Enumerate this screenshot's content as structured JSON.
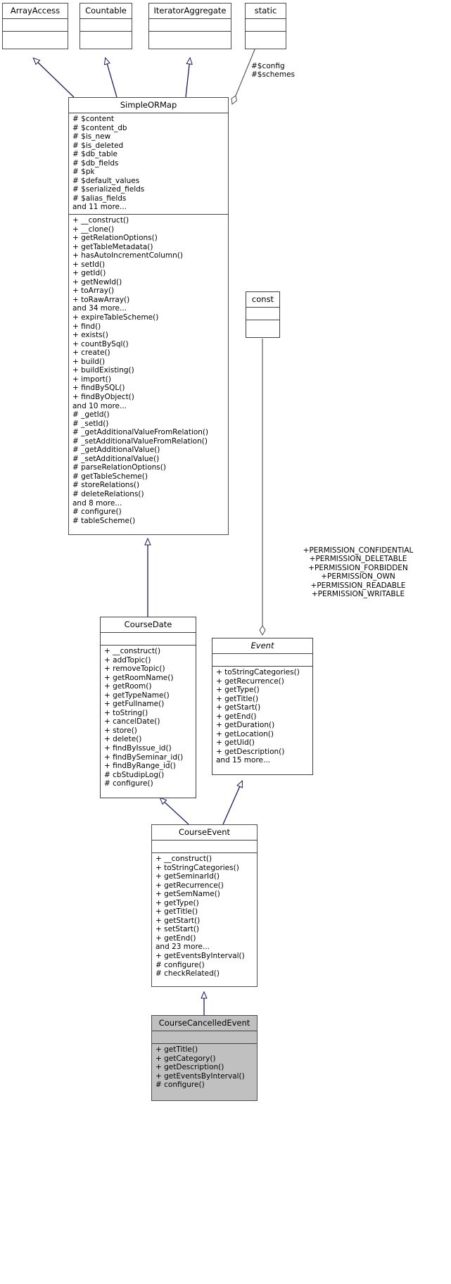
{
  "diagram": {
    "title": "SimpleORMap inheritance diagram",
    "type": "uml-class-diagram",
    "colors": {
      "inheritance_edge": "#191970",
      "aggregation_edge": "#4d4d4d",
      "box_border": "#404040",
      "highlight_fill": "#c0c0c0",
      "background": "#ffffff"
    }
  },
  "classes": {
    "array_access": {
      "name": "ArrayAccess",
      "attributes": [],
      "methods": []
    },
    "countable": {
      "name": "Countable",
      "attributes": [],
      "methods": []
    },
    "iterator_aggregate": {
      "name": "IteratorAggregate",
      "attributes": [],
      "methods": []
    },
    "static_box": {
      "name": "static",
      "attributes": [],
      "methods": []
    },
    "simple_ormap": {
      "name": "SimpleORMap",
      "attributes": [
        "# $content",
        "# $content_db",
        "# $is_new",
        "# $is_deleted",
        "# $db_table",
        "# $db_fields",
        "# $pk",
        "# $default_values",
        "# $serialized_fields",
        "# $alias_fields",
        "and 11 more..."
      ],
      "methods": [
        "+ __construct()",
        "+ __clone()",
        "+ getRelationOptions()",
        "+ getTableMetadata()",
        "+ hasAutoIncrementColumn()",
        "+ setId()",
        "+ getId()",
        "+ getNewId()",
        "+ toArray()",
        "+ toRawArray()",
        "and 34 more...",
        "+ expireTableScheme()",
        "+ find()",
        "+ exists()",
        "+ countBySql()",
        "+ create()",
        "+ build()",
        "+ buildExisting()",
        "+ import()",
        "+ findBySQL()",
        "+ findByObject()",
        "and 10 more...",
        "# _getId()",
        "# _setId()",
        "# _getAdditionalValueFromRelation()",
        "# _setAdditionalValueFromRelation()",
        "# _getAdditionalValue()",
        "# _setAdditionalValue()",
        "# parseRelationOptions()",
        "# getTableScheme()",
        "# storeRelations()",
        "# deleteRelations()",
        "and 8 more...",
        "# configure()",
        "# tableScheme()"
      ]
    },
    "const_box": {
      "name": "const",
      "attributes": [],
      "methods": []
    },
    "course_date": {
      "name": "CourseDate",
      "attributes": [],
      "methods": [
        "+ __construct()",
        "+ addTopic()",
        "+ removeTopic()",
        "+ getRoomName()",
        "+ getRoom()",
        "+ getTypeName()",
        "+ getFullname()",
        "+ toString()",
        "+ cancelDate()",
        "+ store()",
        "+ delete()",
        "+ findByIssue_id()",
        "+ findBySeminar_id()",
        "+ findByRange_id()",
        "# cbStudipLog()",
        "# configure()"
      ]
    },
    "event": {
      "name": "Event",
      "attributes": [],
      "methods": [
        "+ toStringCategories()",
        "+ getRecurrence()",
        "+ getType()",
        "+ getTitle()",
        "+ getStart()",
        "+ getEnd()",
        "+ getDuration()",
        "+ getLocation()",
        "+ getUid()",
        "+ getDescription()",
        "and 15 more..."
      ]
    },
    "course_event": {
      "name": "CourseEvent",
      "attributes": [],
      "methods": [
        "+ __construct()",
        "+ toStringCategories()",
        "+ getSeminarId()",
        "+ getRecurrence()",
        "+ getSemName()",
        "+ getType()",
        "+ getTitle()",
        "+ getStart()",
        "+ setStart()",
        "+ getEnd()",
        "and 23 more...",
        "+ getEventsByInterval()",
        "# configure()",
        "# checkRelated()"
      ]
    },
    "course_cancelled_event": {
      "name": "CourseCancelledEvent",
      "attributes": [],
      "methods": [
        "+ getTitle()",
        "+ getCategory()",
        "+ getDescription()",
        "+ getEventsByInterval()",
        "# configure()"
      ]
    }
  },
  "edge_labels": {
    "static_to_simpleormap": [
      "#$config",
      "#$schemes"
    ],
    "const_to_event": [
      "+PERMISSION_CONFIDENTIAL",
      "+PERMISSION_DELETABLE",
      "+PERMISSION_FORBIDDEN",
      "+PERMISSION_OWN",
      "+PERMISSION_READABLE",
      "+PERMISSION_WRITABLE"
    ]
  }
}
